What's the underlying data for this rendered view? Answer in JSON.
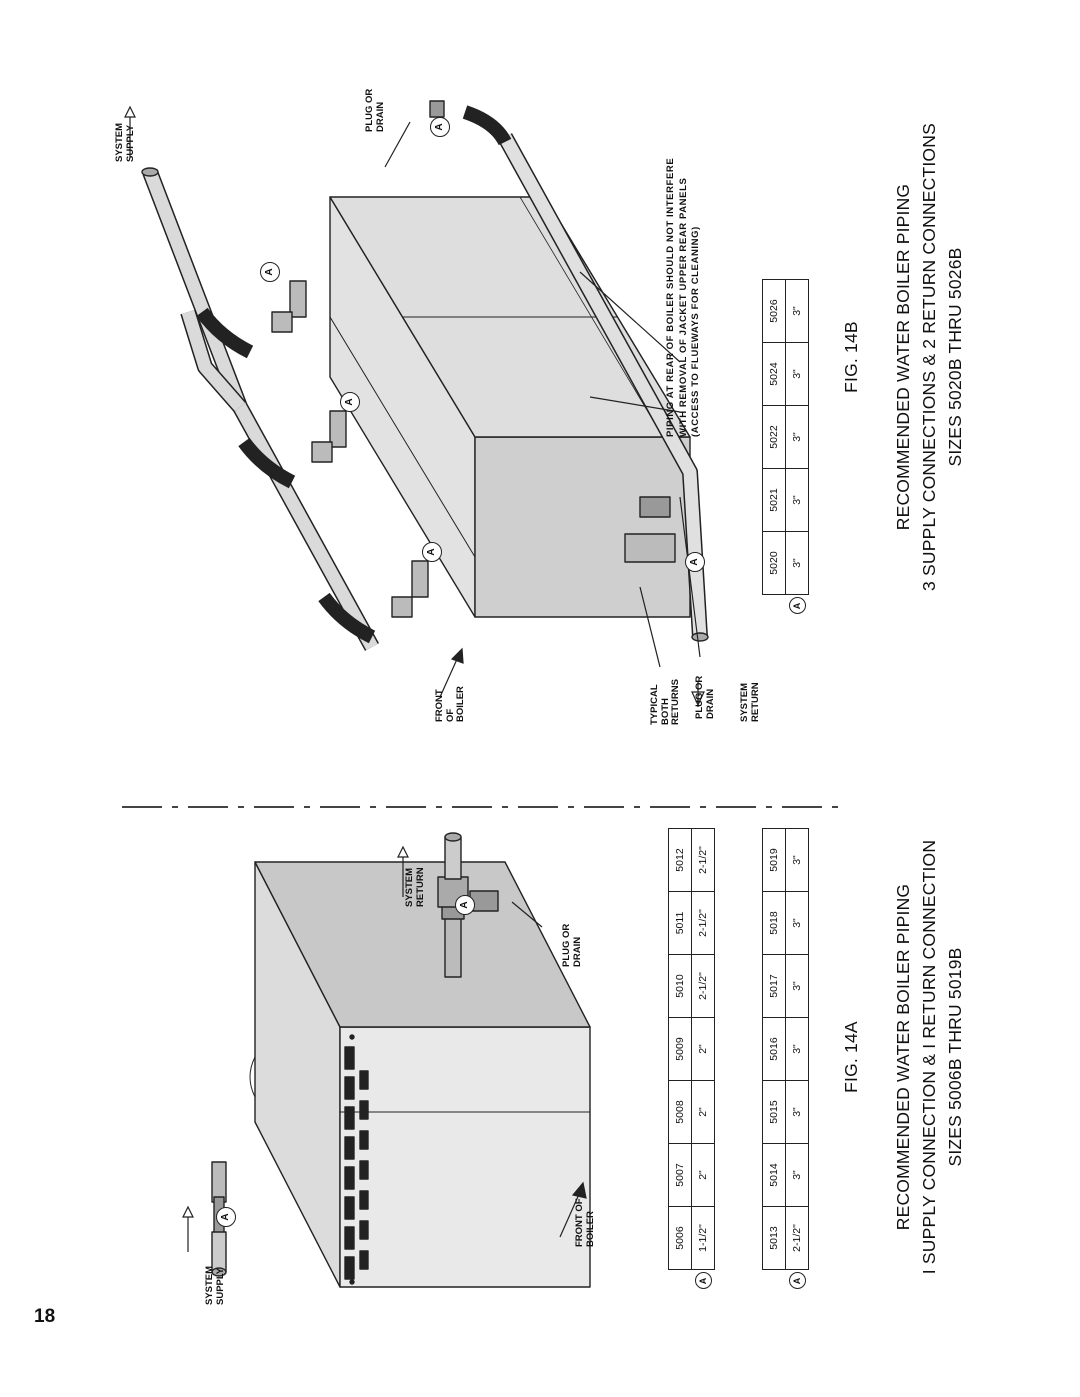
{
  "page_number": "18",
  "fig14a": {
    "caption": [
      "FIG. 14A",
      "RECOMMENDED WATER BOILER PIPING",
      "I SUPPLY CONNECTION & I RETURN CONNECTION",
      "SIZES 5006B THRU 5019B"
    ],
    "labels": {
      "system_supply": "SYSTEM SUPPLY",
      "system_return": "SYSTEM RETURN",
      "front_of_boiler": "FRONT OF BOILER",
      "plug_or_drain": "PLUG OR DRAIN"
    },
    "table1": {
      "marker": "A",
      "sizes": [
        "5006",
        "5007",
        "5008",
        "5009",
        "5010",
        "5011",
        "5012"
      ],
      "values": [
        "1-1/2\"",
        "2\"",
        "2\"",
        "2\"",
        "2-1/2\"",
        "2-1/2\"",
        "2-1/2\""
      ]
    },
    "table2": {
      "marker": "A",
      "sizes": [
        "5013",
        "5014",
        "5015",
        "5016",
        "5017",
        "5018",
        "5019"
      ],
      "values": [
        "2-1/2\"",
        "3\"",
        "3\"",
        "3\"",
        "3\"",
        "3\"",
        "3\""
      ]
    }
  },
  "fig14b": {
    "caption": [
      "FIG. 14B",
      "RECOMMENDED WATER BOILER PIPING",
      "3 SUPPLY CONNECTIONS & 2 RETURN CONNECTIONS",
      "SIZES 5020B THRU 5026B"
    ],
    "labels": {
      "system_supply": "SYSTEM SUPPLY",
      "plug_or_drain_top": "PLUG OR DRAIN",
      "front_of_boiler": "FRONT OF BOILER",
      "typical_both_returns": "TYPICAL BOTH RETURNS",
      "plug_or_drain_bottom": "PLUG OR DRAIN",
      "system_return": "SYSTEM RETURN"
    },
    "note": [
      "PIPING AT REAR OF BOILER SHOULD NOT INTERFERE",
      "WITH REMOVAL OF JACKET UPPER REAR PANELS",
      "(ACCESS TO FLUEWAYS FOR CLEANING)"
    ],
    "table": {
      "marker": "A",
      "sizes": [
        "5020",
        "5021",
        "5022",
        "5024",
        "5026"
      ],
      "values": [
        "3\"",
        "3\"",
        "3\"",
        "3\"",
        "3\""
      ]
    }
  },
  "connection_marker": "A"
}
